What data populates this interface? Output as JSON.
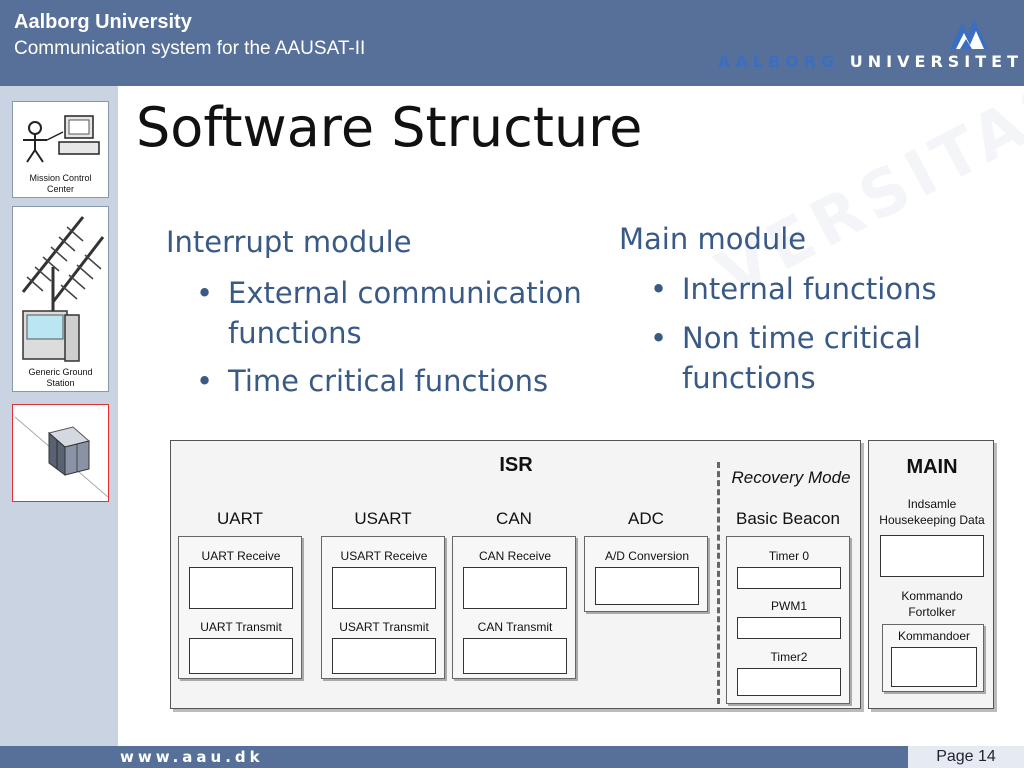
{
  "header": {
    "university": "Aalborg University",
    "subtitle": "Communication system for the AAUSAT-II",
    "logo_text_a": "AALBORG",
    "logo_text_b": "UNIVERSITET"
  },
  "title": "Software Structure",
  "sidebar": {
    "tiles": [
      {
        "caption_lines": [
          "Mission Control",
          "Center"
        ]
      },
      {
        "caption_lines": [
          "Generic Ground",
          "Station"
        ]
      },
      {
        "caption_lines": []
      }
    ]
  },
  "left_column": {
    "heading": "Interrupt module",
    "bullets": [
      {
        "lines": [
          "External communication",
          "functions"
        ]
      },
      {
        "lines": [
          "Time critical functions"
        ]
      }
    ]
  },
  "right_column": {
    "heading": "Main module",
    "bullets": [
      {
        "lines": [
          "Internal functions"
        ]
      },
      {
        "lines": [
          "Non time critical",
          "functions"
        ]
      }
    ]
  },
  "diagram": {
    "isr_title": "ISR",
    "recovery_label": "Recovery Mode",
    "main_title": "MAIN",
    "groups": [
      {
        "label": "UART",
        "slots": [
          "UART Receive",
          "UART Transmit"
        ]
      },
      {
        "label": "USART",
        "slots": [
          "USART Receive",
          "USART Transmit"
        ]
      },
      {
        "label": "CAN",
        "slots": [
          "CAN Receive",
          "CAN Transmit"
        ]
      },
      {
        "label": "ADC",
        "slots": [
          "A/D Conversion"
        ]
      },
      {
        "label": "Basic Beacon",
        "slots": [
          "Timer 0",
          "PWM1",
          "Timer2"
        ]
      }
    ],
    "main_items": {
      "housekeeping": [
        "Indsamle",
        "Housekeeping Data"
      ],
      "commands": [
        "Kommando",
        "Fortolker"
      ],
      "commands_box": "Kommandoer"
    }
  },
  "footer": {
    "url": "www.aau.dk",
    "page": "Page 14"
  },
  "colors": {
    "header_bg": "#56709a",
    "sidebar_bg": "#c9d3e2",
    "body_text": "#3a5a86",
    "accent_red": "#e03030"
  }
}
